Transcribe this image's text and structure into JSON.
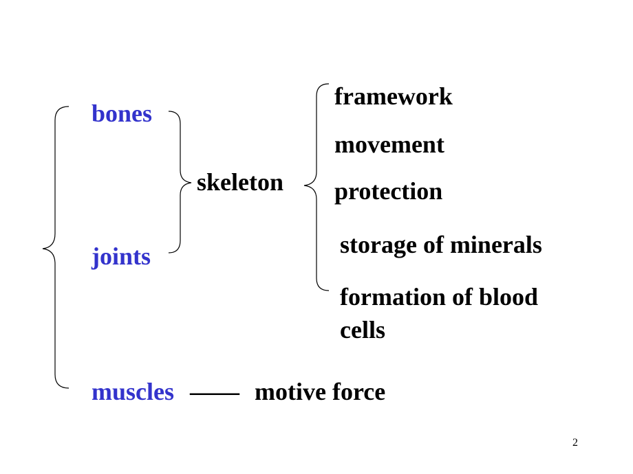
{
  "terms": {
    "bones": "bones",
    "joints": "joints",
    "muscles": "muscles",
    "skeleton": "skeleton",
    "dash": "——",
    "motive_force": "motive force"
  },
  "functions": [
    "framework",
    "movement",
    "protection",
    "storage of minerals",
    "formation of blood",
    "cells"
  ],
  "page_number": "2",
  "colors": {
    "term_blue": "#3333cc",
    "text_black": "#000000",
    "background": "#ffffff"
  }
}
